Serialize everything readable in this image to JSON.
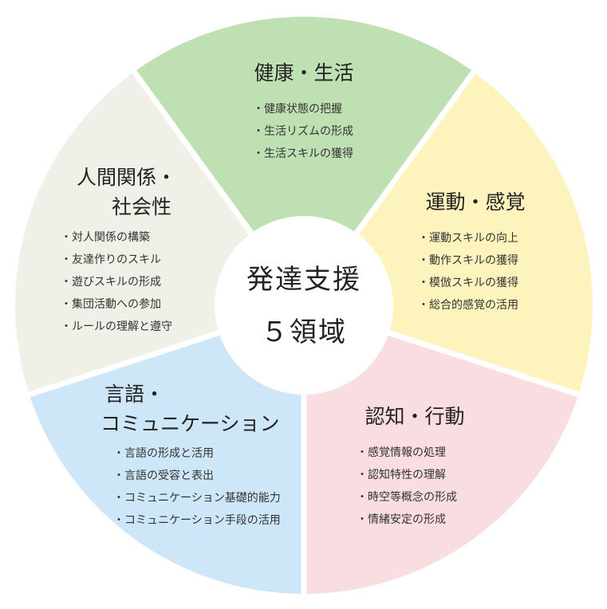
{
  "center": {
    "line1": "発達支援",
    "line2": "５領域"
  },
  "domains": [
    {
      "id": "health",
      "title": [
        "健康・生活"
      ],
      "color": "#bfe0b2",
      "items": [
        "・健康状態の把握",
        "・生活リズムの形成",
        "・生活スキルの獲得"
      ]
    },
    {
      "id": "motor",
      "title": [
        "運動・感覚"
      ],
      "color": "#fdf3bd",
      "items": [
        "・運動スキルの向上",
        "・動作スキルの獲得",
        "・模倣スキルの獲得",
        "・総合的感覚の活用"
      ]
    },
    {
      "id": "cognition",
      "title": [
        "認知・行動"
      ],
      "color": "#f9dde1",
      "items": [
        "・感覚情報の処理",
        "・認知特性の理解",
        "・時空等概念の形成",
        "・情緒安定の形成"
      ]
    },
    {
      "id": "language",
      "title": [
        "言語・",
        "コミュニケーション"
      ],
      "color": "#cde6f8",
      "items": [
        "・言語の形成と活用",
        "・言語の受容と表出",
        "・コミュニケーション基礎的能力",
        "・コミュニケーション手段の活用"
      ]
    },
    {
      "id": "social",
      "title": [
        "人間関係・",
        "社会性"
      ],
      "color": "#f0efe8",
      "items": [
        "・対人関係の構築",
        "・友達作りのスキル",
        "・遊びスキルの形成",
        "・集団活動への参加",
        "・ルールの理解と遵守"
      ]
    }
  ]
}
